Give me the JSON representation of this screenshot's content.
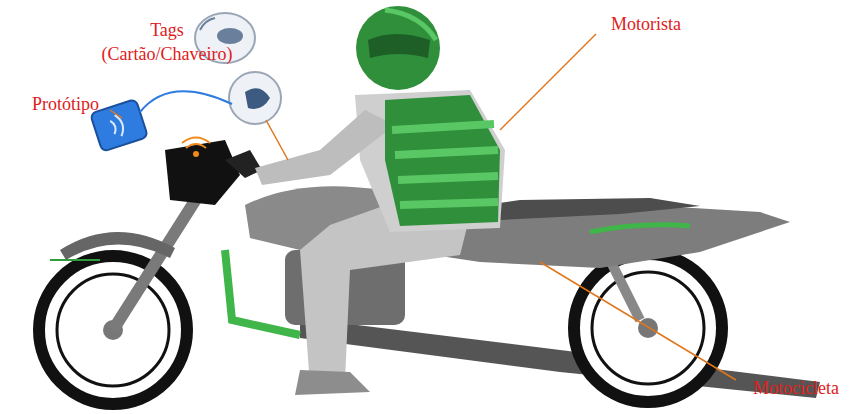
{
  "diagram": {
    "labels": [
      "Tags (Cartão/Chaveiro)",
      "Protótipo",
      "Motorista",
      "Motocicleta"
    ]
  }
}
